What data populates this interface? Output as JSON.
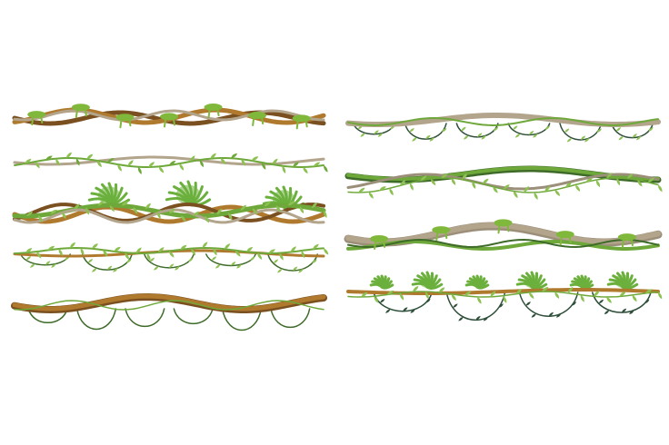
{
  "scene": {
    "background": "#ffffff",
    "colors": {
      "bark_brown": "#b07a2e",
      "bark_dark": "#7a5020",
      "bark_tan": "#b3a48c",
      "bark_gray": "#9c8f7a",
      "vine_green": "#6fa83a",
      "vine_dark_green": "#3f6b2a",
      "leaf_light": "#8cc152",
      "leaf_dark": "#2f4f3a",
      "moss": "#7fb83a",
      "fern": "#6bb03c"
    },
    "panels": [
      {
        "name": "left",
        "vines": [
          {
            "style": "mossy-twisted-brown",
            "icon": "moss-vine-icon"
          },
          {
            "style": "thin-leafy-tan",
            "icon": "leaf-vine-icon"
          },
          {
            "style": "twisted-with-ferns",
            "icon": "fern-vine-icon"
          },
          {
            "style": "thin-brown-hanging-leaves",
            "icon": "hanging-leaf-vine-icon"
          },
          {
            "style": "thick-brown-hanging-loops",
            "icon": "liana-loop-icon"
          }
        ]
      },
      {
        "name": "right",
        "vines": [
          {
            "style": "tan-with-dark-loops",
            "icon": "loop-vine-icon"
          },
          {
            "style": "green-twisted",
            "icon": "green-vine-icon"
          },
          {
            "style": "tan-wavy-mossy",
            "icon": "moss-vine-icon"
          },
          {
            "style": "brown-with-ferns-dark-loops",
            "icon": "fern-vine-icon"
          }
        ]
      }
    ]
  }
}
